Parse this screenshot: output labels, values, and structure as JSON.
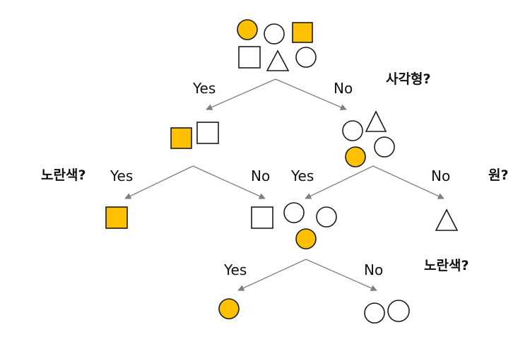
{
  "colors": {
    "yellow": "#FFC000",
    "white": "#FFFFFF",
    "outline": "#1A1A1A",
    "edge": "#7F7F7F"
  },
  "questions": {
    "is_square": "사각형?",
    "is_yellow_left": "노란색?",
    "is_circle": "원?",
    "is_yellow_bottom": "노란색?"
  },
  "edges": {
    "root_yes": "Yes",
    "root_no": "No",
    "left_yes": "Yes",
    "left_no": "No",
    "right_yes": "Yes",
    "right_no": "No",
    "bottom_yes": "Yes",
    "bottom_no": "No"
  },
  "nodes": {
    "root": [
      "yellow-circle",
      "white-circle",
      "yellow-square",
      "white-square",
      "white-triangle",
      "white-circle"
    ],
    "squares": [
      "yellow-square",
      "white-square"
    ],
    "non_squares": [
      "white-circle",
      "white-triangle",
      "yellow-circle",
      "white-circle"
    ],
    "yellow_square_leaf": [
      "yellow-square"
    ],
    "white_square_leaf": [
      "white-square"
    ],
    "circles": [
      "white-circle",
      "white-circle",
      "yellow-circle"
    ],
    "triangle_leaf": [
      "white-triangle"
    ],
    "yellow_circle_leaf": [
      "yellow-circle"
    ],
    "white_circles_leaf": [
      "white-circle",
      "white-circle"
    ]
  }
}
